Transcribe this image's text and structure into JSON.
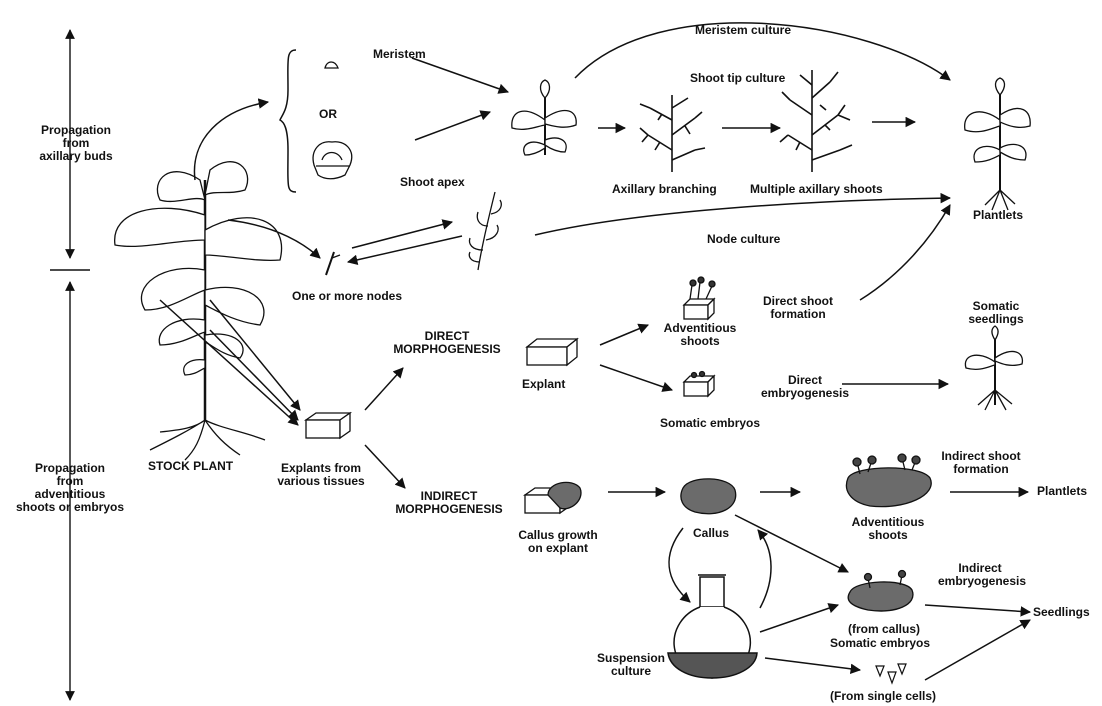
{
  "labels": {
    "prop_axillary": [
      "Propagation",
      "from",
      "axillary buds"
    ],
    "prop_adventitious": [
      "Propagation",
      "from",
      "adventitious",
      "shoots or embryos"
    ],
    "stock_plant": "STOCK PLANT",
    "or": "OR",
    "meristem": "Meristem",
    "shoot_apex": "Shoot apex",
    "one_or_more_nodes": "One or more nodes",
    "meristem_culture": "Meristem culture",
    "shoot_tip_culture": "Shoot tip culture",
    "axillary_branching": "Axillary branching",
    "multiple_axillary_shoots": "Multiple axillary shoots",
    "plantlets_top": "Plantlets",
    "node_culture": "Node culture",
    "direct_morphogenesis": [
      "DIRECT",
      "MORPHOGENESIS"
    ],
    "explant": "Explant",
    "adventitious_shoots_top": [
      "Adventitious",
      "shoots"
    ],
    "direct_shoot_formation": [
      "Direct shoot",
      "formation"
    ],
    "somatic_seedlings": [
      "Somatic",
      "seedlings"
    ],
    "direct_embryogenesis": [
      "Direct",
      "embryogenesis"
    ],
    "somatic_embryos_top": "Somatic embryos",
    "explants_from_tissues": [
      "Explants from",
      "various tissues"
    ],
    "indirect_morphogenesis": [
      "INDIRECT",
      "MORPHOGENESIS"
    ],
    "callus_growth": [
      "Callus growth",
      "on explant"
    ],
    "callus": "Callus",
    "adventitious_shoots_bottom": [
      "Adventitious",
      "shoots"
    ],
    "indirect_shoot_formation": [
      "Indirect shoot",
      "formation"
    ],
    "plantlets_bottom": "Plantlets",
    "indirect_embryogenesis": [
      "Indirect",
      "embryogenesis"
    ],
    "seedlings": "Seedlings",
    "from_callus": "(from callus)",
    "somatic_embryos_bottom": "Somatic embryos",
    "suspension_culture": [
      "Suspension",
      "culture"
    ],
    "from_single_cells": "(From single cells)"
  },
  "colors": {
    "ink": "#111111",
    "callus_fill": "#6b6b6b",
    "liquid_fill": "#555555"
  }
}
